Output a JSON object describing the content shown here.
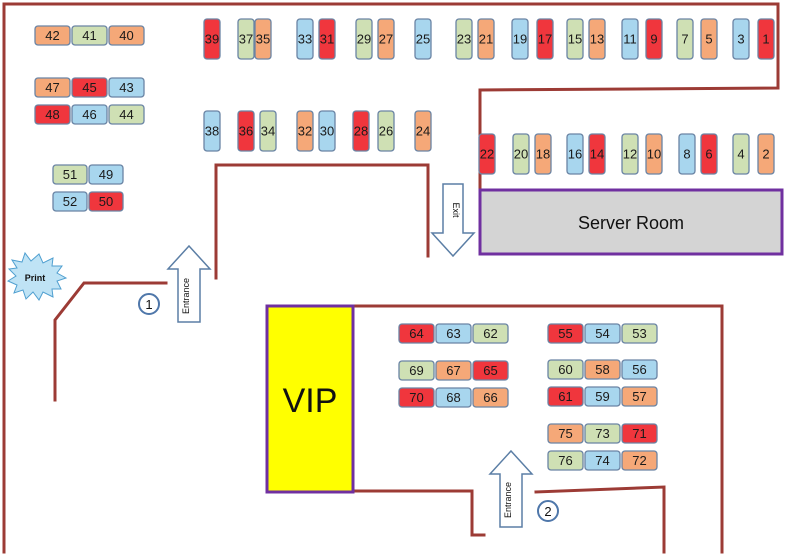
{
  "colors": {
    "red": "#f0363d",
    "blue": "#a8d6ee",
    "orange": "#f5a878",
    "green": "#cfe0b4",
    "wall": "#9c3b35",
    "border": "#6a84a4",
    "vip_fill": "#ffff00",
    "room_border": "#7030a0",
    "server_fill": "#d4d4d4",
    "print_fill": "#bfe3f5"
  },
  "labels": {
    "server_room": "Server Room",
    "vip": "VIP",
    "exit": "Exit",
    "entrance_1": "Entrance",
    "entrance_2": "Entrance",
    "marker_1": "1",
    "marker_2": "2",
    "print": "Print"
  },
  "seats": [
    {
      "n": "42",
      "c": "orange"
    },
    {
      "n": "41",
      "c": "green"
    },
    {
      "n": "40",
      "c": "orange"
    },
    {
      "n": "47",
      "c": "orange"
    },
    {
      "n": "45",
      "c": "red"
    },
    {
      "n": "43",
      "c": "blue"
    },
    {
      "n": "48",
      "c": "red"
    },
    {
      "n": "46",
      "c": "blue"
    },
    {
      "n": "44",
      "c": "green"
    },
    {
      "n": "51",
      "c": "green"
    },
    {
      "n": "49",
      "c": "blue"
    },
    {
      "n": "52",
      "c": "blue"
    },
    {
      "n": "50",
      "c": "red"
    },
    {
      "n": "39",
      "c": "red"
    },
    {
      "n": "37",
      "c": "green"
    },
    {
      "n": "35",
      "c": "orange"
    },
    {
      "n": "33",
      "c": "blue"
    },
    {
      "n": "31",
      "c": "red"
    },
    {
      "n": "29",
      "c": "green"
    },
    {
      "n": "27",
      "c": "orange"
    },
    {
      "n": "25",
      "c": "blue"
    },
    {
      "n": "23",
      "c": "green"
    },
    {
      "n": "21",
      "c": "orange"
    },
    {
      "n": "19",
      "c": "blue"
    },
    {
      "n": "17",
      "c": "red"
    },
    {
      "n": "15",
      "c": "green"
    },
    {
      "n": "13",
      "c": "orange"
    },
    {
      "n": "11",
      "c": "blue"
    },
    {
      "n": "9",
      "c": "red"
    },
    {
      "n": "7",
      "c": "green"
    },
    {
      "n": "5",
      "c": "orange"
    },
    {
      "n": "3",
      "c": "blue"
    },
    {
      "n": "1",
      "c": "red"
    },
    {
      "n": "38",
      "c": "blue"
    },
    {
      "n": "36",
      "c": "red"
    },
    {
      "n": "34",
      "c": "green"
    },
    {
      "n": "32",
      "c": "orange"
    },
    {
      "n": "30",
      "c": "blue"
    },
    {
      "n": "28",
      "c": "red"
    },
    {
      "n": "26",
      "c": "green"
    },
    {
      "n": "24",
      "c": "orange"
    },
    {
      "n": "22",
      "c": "red"
    },
    {
      "n": "20",
      "c": "green"
    },
    {
      "n": "18",
      "c": "orange"
    },
    {
      "n": "16",
      "c": "blue"
    },
    {
      "n": "14",
      "c": "red"
    },
    {
      "n": "12",
      "c": "green"
    },
    {
      "n": "10",
      "c": "orange"
    },
    {
      "n": "8",
      "c": "blue"
    },
    {
      "n": "6",
      "c": "red"
    },
    {
      "n": "4",
      "c": "green"
    },
    {
      "n": "2",
      "c": "orange"
    },
    {
      "n": "64",
      "c": "red"
    },
    {
      "n": "63",
      "c": "blue"
    },
    {
      "n": "62",
      "c": "green"
    },
    {
      "n": "55",
      "c": "red"
    },
    {
      "n": "54",
      "c": "blue"
    },
    {
      "n": "53",
      "c": "green"
    },
    {
      "n": "69",
      "c": "green"
    },
    {
      "n": "67",
      "c": "orange"
    },
    {
      "n": "65",
      "c": "red"
    },
    {
      "n": "60",
      "c": "green"
    },
    {
      "n": "58",
      "c": "orange"
    },
    {
      "n": "56",
      "c": "blue"
    },
    {
      "n": "70",
      "c": "red"
    },
    {
      "n": "68",
      "c": "blue"
    },
    {
      "n": "66",
      "c": "orange"
    },
    {
      "n": "61",
      "c": "red"
    },
    {
      "n": "59",
      "c": "blue"
    },
    {
      "n": "57",
      "c": "orange"
    },
    {
      "n": "75",
      "c": "orange"
    },
    {
      "n": "73",
      "c": "green"
    },
    {
      "n": "71",
      "c": "red"
    },
    {
      "n": "76",
      "c": "green"
    },
    {
      "n": "74",
      "c": "blue"
    },
    {
      "n": "72",
      "c": "orange"
    }
  ]
}
